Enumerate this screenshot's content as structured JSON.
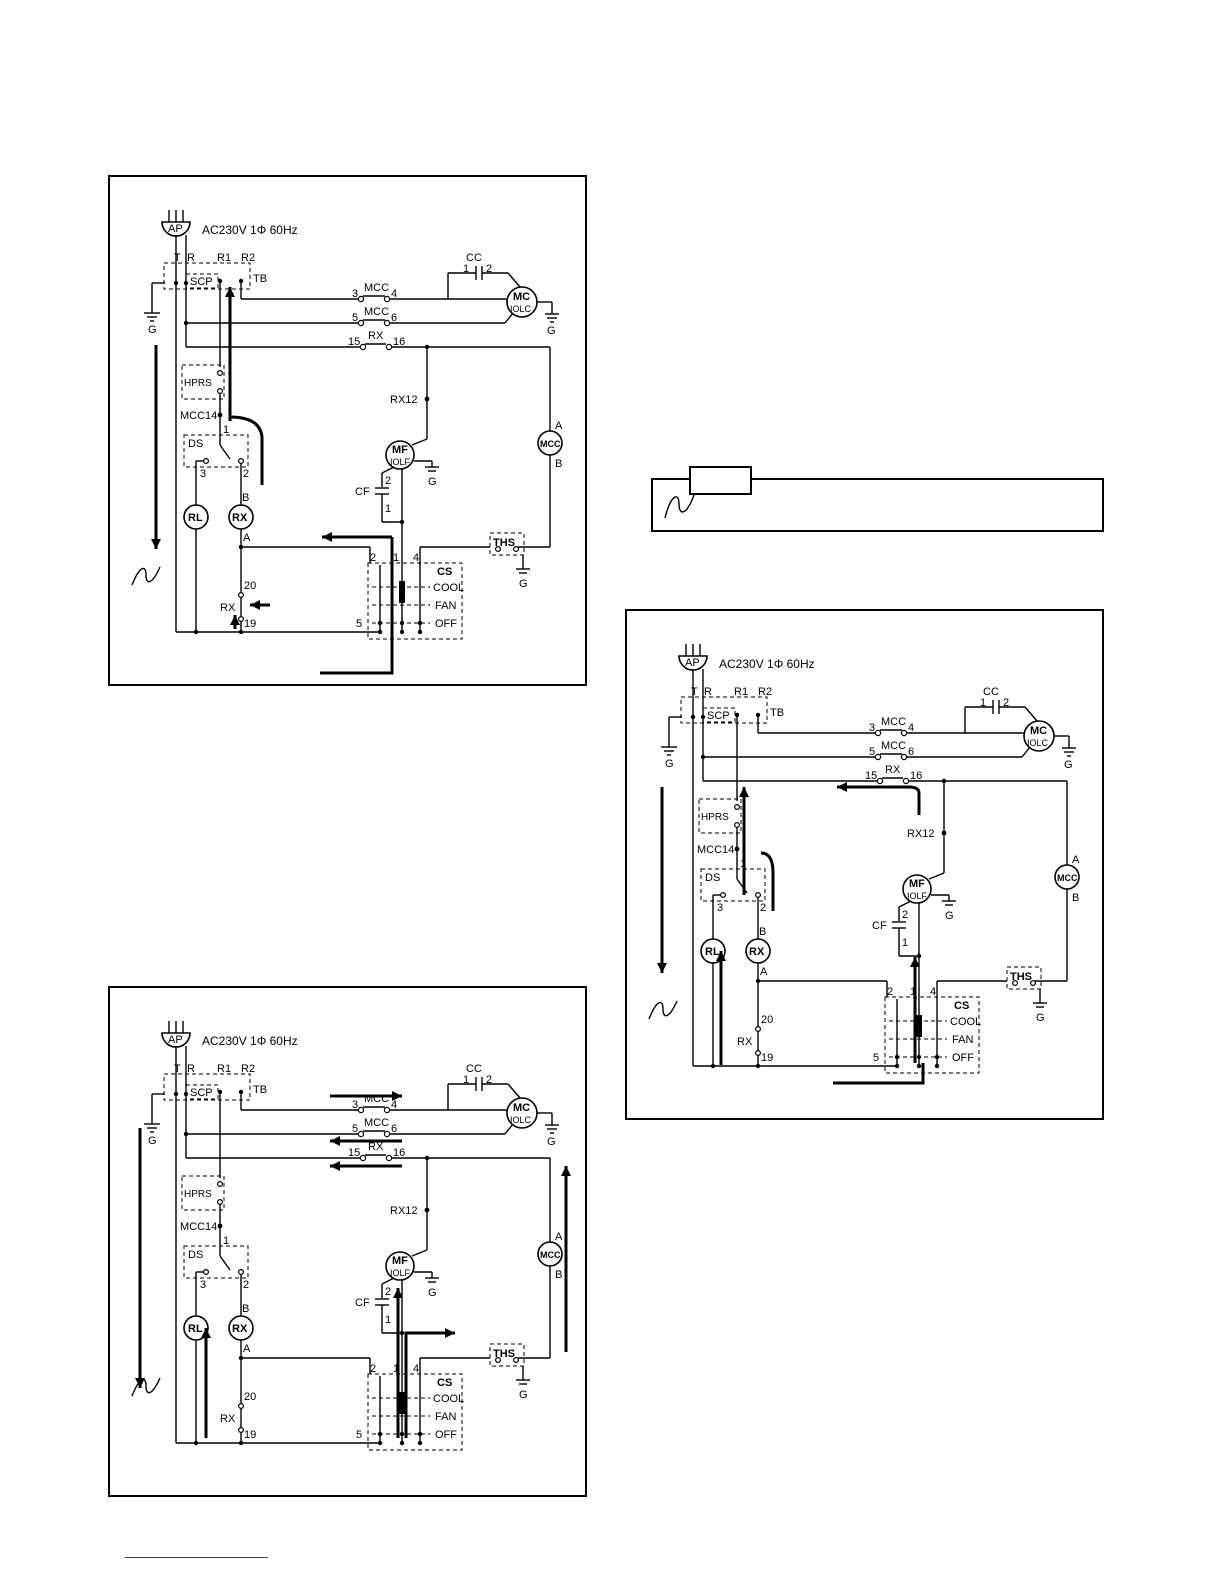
{
  "supply": "AC230V  1Φ  60Hz",
  "labels": {
    "ap": "AP",
    "t": "T",
    "r": "R",
    "r1": "R1",
    "r2": "R2",
    "tb": "TB",
    "scp": "SCP",
    "g": "G",
    "mcc": "MCC",
    "mcc_3": "3",
    "mcc_4": "4",
    "mcc_5": "5",
    "mcc_6": "6",
    "cc": "CC",
    "cc_1": "1",
    "cc_2": "2",
    "mc": "MC",
    "iolc": "IOLC",
    "rx": "RX",
    "rx_15": "15",
    "rx_16": "16",
    "rx12": "RX12",
    "hprs": "HPRS",
    "mcc14": "MCC14",
    "ds": "DS",
    "ds_1": "1",
    "ds_2": "2",
    "ds_3": "3",
    "rl": "RL",
    "b": "B",
    "a": "A",
    "mf": "MF",
    "iolf": "IOLF",
    "cf": "CF",
    "cf_1": "1",
    "cf_2": "2",
    "ths": "THS",
    "cs": "CS",
    "cool": "COOL",
    "fan": "FAN",
    "off": "OFF",
    "cs_1": "1",
    "cs_2": "2",
    "cs_4": "4",
    "cs_5": "5",
    "rx_20": "20",
    "rx_19": "19"
  },
  "legend": {
    "label": ""
  },
  "colors": {
    "line": "#000000",
    "footer_rule": "#2233cc"
  }
}
